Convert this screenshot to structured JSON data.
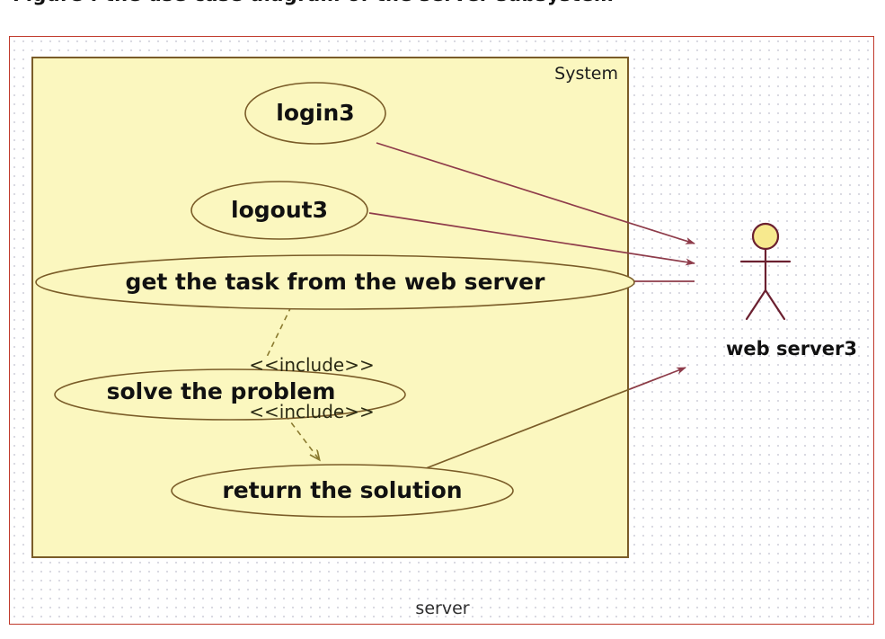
{
  "heading": {
    "text": "Figure : the use case diagram of the server subsystem"
  },
  "canvas": {
    "border_color": "#c0392b",
    "background": "#ffffff",
    "grid": "dotted"
  },
  "system": {
    "label": "System",
    "fill_color": "#fbf7bf",
    "border_color": "#7a5c28"
  },
  "use_cases": [
    {
      "id": "login3",
      "label": "login3"
    },
    {
      "id": "logout3",
      "label": "logout3"
    },
    {
      "id": "get_task",
      "label": "get the task from the web server"
    },
    {
      "id": "solve",
      "label": "solve the problem"
    },
    {
      "id": "return_sol",
      "label": "return the solution"
    }
  ],
  "stereotypes": [
    {
      "id": "include1",
      "label": "<<include>>"
    },
    {
      "id": "include2",
      "label": "<<include>>"
    }
  ],
  "actor": {
    "label": "web server3",
    "head_fill": "#f7e98e",
    "stroke_color": "#6b2030"
  },
  "caption": {
    "label": "server"
  },
  "relationships": [
    {
      "from": "login3",
      "to": "actor",
      "type": "association",
      "arrow": "to-actor"
    },
    {
      "from": "logout3",
      "to": "actor",
      "type": "association",
      "arrow": "to-actor"
    },
    {
      "from": "actor",
      "to": "get_task",
      "type": "association",
      "arrow": "to-usecase"
    },
    {
      "from": "get_task",
      "to": "solve",
      "type": "include",
      "arrow": "dashed-open"
    },
    {
      "from": "solve",
      "to": "return_sol",
      "type": "include",
      "arrow": "dashed-open"
    },
    {
      "from": "return_sol",
      "to": "actor",
      "type": "association",
      "arrow": "to-actor"
    }
  ],
  "colors": {
    "accent_red": "#c0392b",
    "box_fill": "#fbf7bf",
    "box_border": "#7a5c28",
    "line_maroon": "#8e3b4a",
    "line_olive": "#8a7a2f"
  }
}
